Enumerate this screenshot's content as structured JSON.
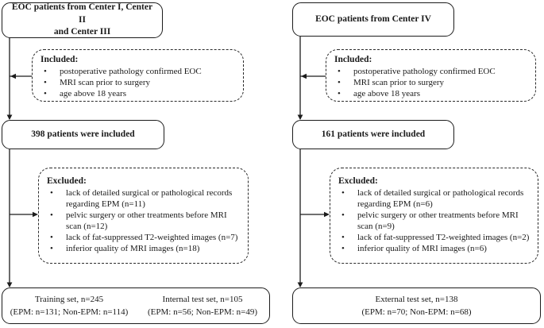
{
  "colors": {
    "border": "#1c1c1c",
    "line": "#1c1c1c",
    "text": "#1a1a1a",
    "background": "#ffffff"
  },
  "left": {
    "source": {
      "line1": "EOC patients from Center I, Center II",
      "line2": "and Center III"
    },
    "included": {
      "title": "Included:",
      "items": [
        "postoperative pathology confirmed EOC",
        "MRI scan prior to surgery",
        "age above 18 years"
      ]
    },
    "cohort": "398 patients were included",
    "excluded": {
      "title": "Excluded:",
      "items": [
        "lack of detailed surgical or pathological records regarding EPM  (n=11)",
        "pelvic surgery or other treatments before MRI scan (n=12)",
        "lack of fat-suppressed T2-weighted images (n=7)",
        "inferior quality of MRI images (n=18)"
      ]
    },
    "outcomes": [
      {
        "line1": "Training set, n=245",
        "line2": "(EPM: n=131; Non-EPM: n=114)"
      },
      {
        "line1": "Internal test set, n=105",
        "line2": "(EPM: n=56; Non-EPM: n=49)"
      }
    ]
  },
  "right": {
    "source": {
      "line1": "EOC patients from Center IV"
    },
    "included": {
      "title": "Included:",
      "items": [
        "postoperative pathology confirmed EOC",
        "MRI scan prior to surgery",
        "age above 18 years"
      ]
    },
    "cohort": "161 patients were included",
    "excluded": {
      "title": "Excluded:",
      "items": [
        "lack of detailed surgical or pathological records regarding EPM (n=6)",
        "pelvic surgery or other treatments before MRI scan (n=9)",
        "lack of fat-suppressed T2-weighted images (n=2)",
        "inferior quality of MRI images  (n=6)"
      ]
    },
    "outcomes": [
      {
        "line1": "External test set, n=138",
        "line2": "(EPM: n=70; Non-EPM: n=68)"
      }
    ]
  }
}
